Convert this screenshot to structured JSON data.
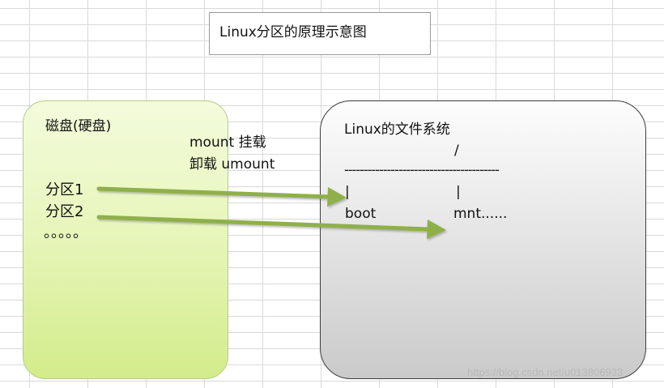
{
  "title": "Linux分区的原理示意图",
  "disk": {
    "label": "磁盘(硬盘)",
    "partition1": "分区1",
    "partition2": "分区2",
    "more": "。。。。。"
  },
  "mount_labels": {
    "mount": "mount 挂载",
    "umount": "卸载 umount"
  },
  "filesystem": {
    "label": "Linux的文件系统",
    "root": "/",
    "separator": "----------------------------------------",
    "pipe_left": "|",
    "pipe_right": "|",
    "boot": "boot",
    "mnt": "mnt......"
  },
  "colors": {
    "disk_fill": "#e8f6bd",
    "fs_fill": "#e4e4e4",
    "arrow": "#8fb04a"
  },
  "watermark": "https://blog.csdn.net/u013806933"
}
